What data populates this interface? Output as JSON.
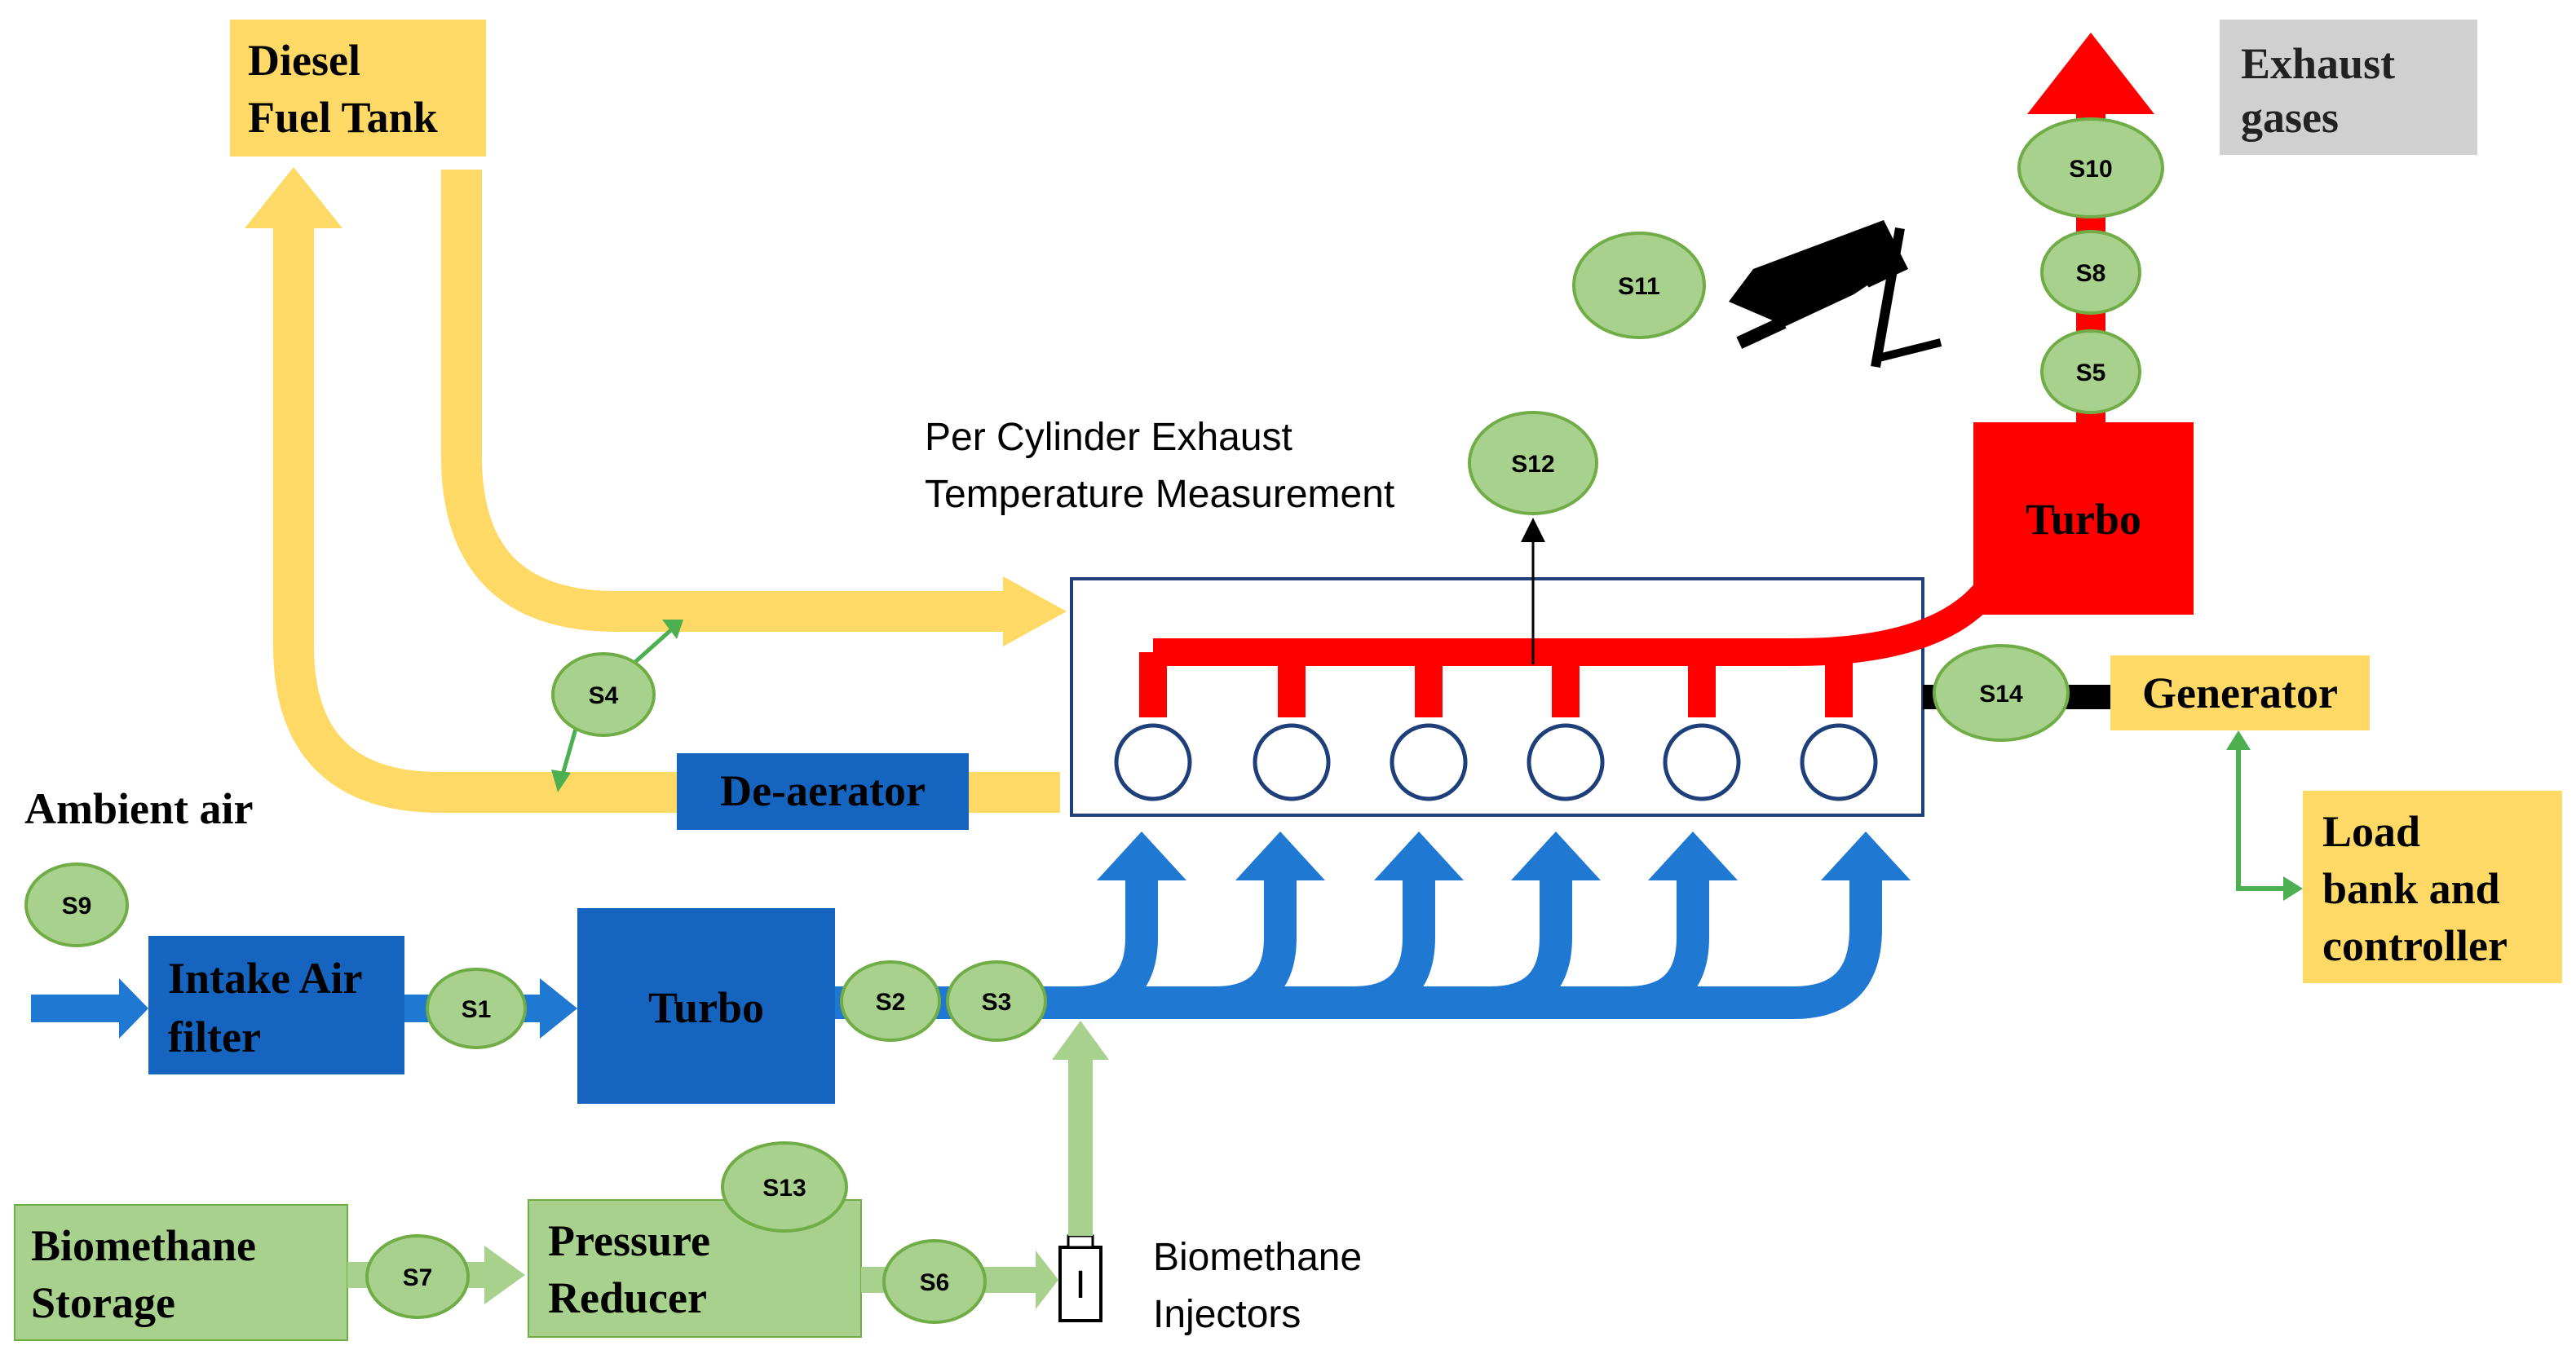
{
  "labels": {
    "diesel_tank_line1": "Diesel",
    "diesel_tank_line2": "Fuel Tank",
    "exhaust_line1": "Exhaust",
    "exhaust_line2": "gases",
    "ambient_air": "Ambient air",
    "intake_filter_line1": "Intake Air",
    "intake_filter_line2": "filter",
    "turbo_intake": "Turbo",
    "turbo_exhaust": "Turbo",
    "deaerator": "De-aerator",
    "generator": "Generator",
    "load_bank_line1": "Load",
    "load_bank_line2": "bank and",
    "load_bank_line3": "controller",
    "biomethane_storage_line1": "Biomethane",
    "biomethane_storage_line2": "Storage",
    "pressure_reducer_line1": "Pressure",
    "pressure_reducer_line2": "Reducer",
    "injectors_line1": "Biomethane",
    "injectors_line2": "Injectors",
    "injector_symbol": "I",
    "cyl_exhaust_line1": "Per Cylinder Exhaust",
    "cyl_exhaust_line2": "Temperature Measurement"
  },
  "sensors": {
    "s1": "S1",
    "s2": "S2",
    "s3": "S3",
    "s4": "S4",
    "s5": "S5",
    "s6": "S6",
    "s7": "S7",
    "s8": "S8",
    "s9": "S9",
    "s10": "S10",
    "s11": "S11",
    "s12": "S12",
    "s13": "S13",
    "s14": "S14"
  },
  "colors": {
    "diesel_yellow": "#FFD966",
    "air_blue": "#1F78D1",
    "box_blue": "#1565C0",
    "exhaust_red": "#FF0000",
    "sensor_green": "#A9D18E",
    "sensor_border": "#70AD47",
    "gas_green": "#A9D18E",
    "connector_green": "#4CAF50",
    "exhaust_grey": "#D0D0D0",
    "engine_border": "#1F3F7A"
  },
  "icons": {
    "camera": "thermal-camera-icon"
  }
}
